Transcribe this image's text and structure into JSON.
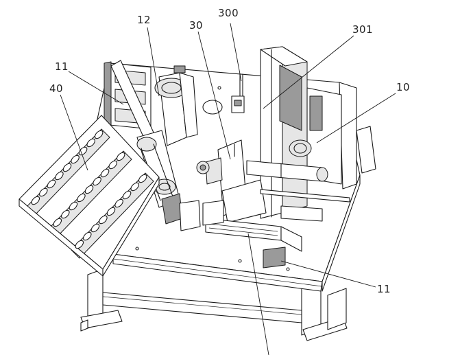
{
  "labels": {
    "l12": "12",
    "l300": "300",
    "l30": "30",
    "l301": "301",
    "l11_top": "11",
    "l40": "40",
    "l10": "10",
    "l11_bottom": "11"
  },
  "colors": {
    "line": "#1a1a1a",
    "light_fill": "#e6e6e6",
    "mid_fill": "#9a9a9a",
    "dark_fill": "#3a3a3a",
    "background": "#ffffff"
  }
}
